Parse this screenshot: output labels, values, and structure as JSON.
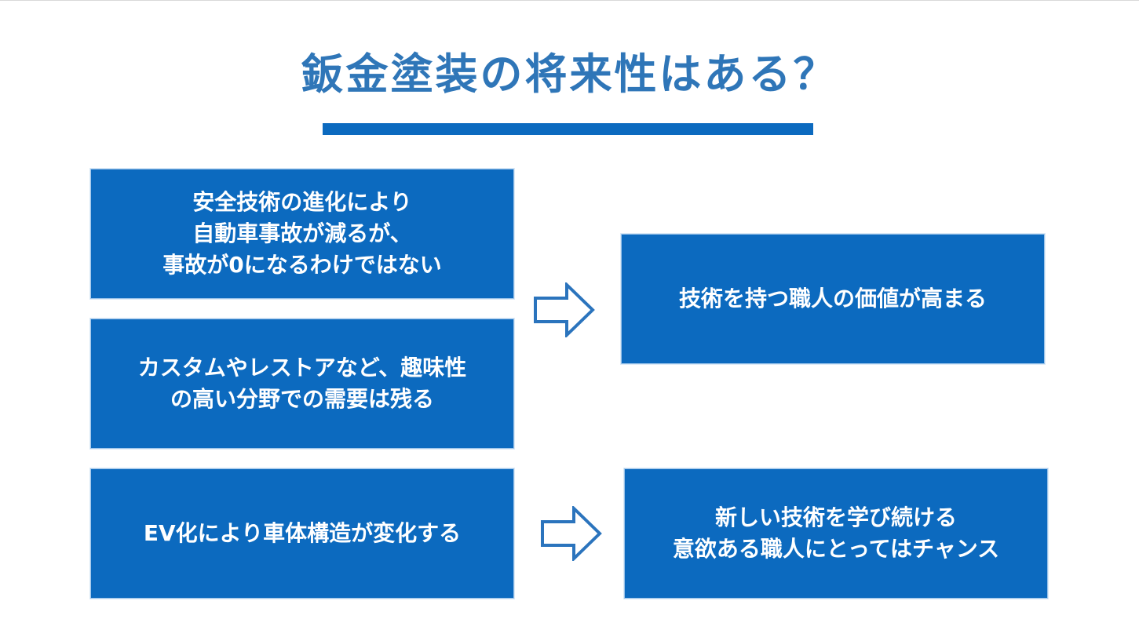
{
  "title": "鈑金塗装の将来性はある？",
  "causes": [
    {
      "text": "安全技術の進化により\n自動車事故が減るが、\n事故が0になるわけではない"
    },
    {
      "text": "カスタムやレストアなど、趣味性\nの高い分野での需要は残る"
    },
    {
      "text": "EV化により車体構造が変化する"
    }
  ],
  "results": [
    {
      "text": "技術を持つ職人の価値が高まる"
    },
    {
      "text": "新しい技術を学び続ける\n意欲ある職人にとってはチャンス"
    }
  ],
  "colors": {
    "accent": "#0c6abf",
    "title": "#2f76b8",
    "arrow_stroke": "#2b74bd"
  },
  "icons": [
    "right-arrow-icon",
    "right-arrow-icon"
  ]
}
